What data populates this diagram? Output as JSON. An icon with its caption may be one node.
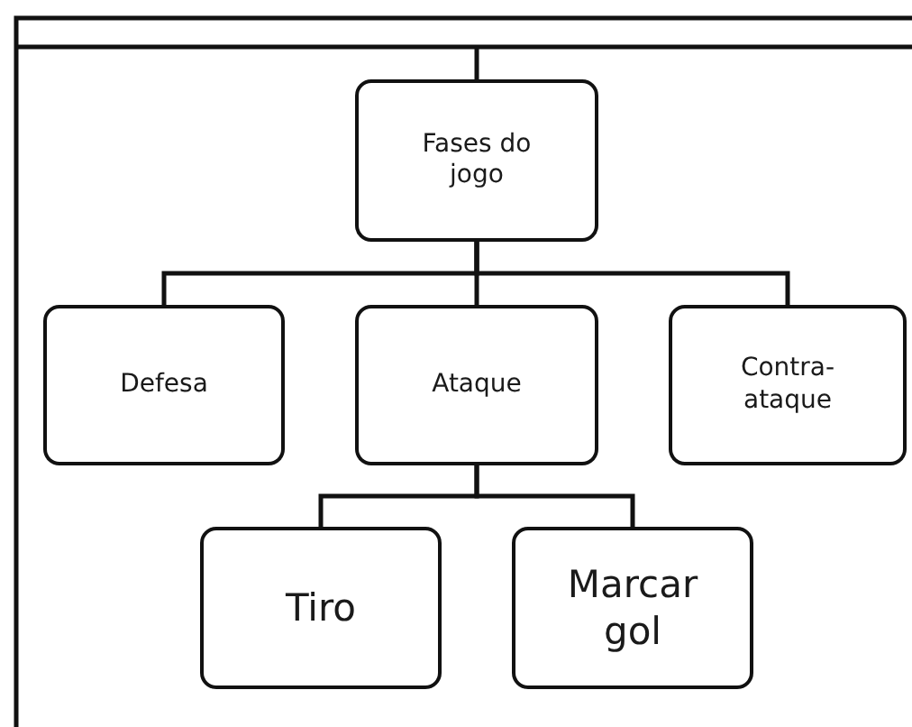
{
  "diagram": {
    "nodes": [
      {
        "text": [
          "Fases do jogo"
        ]
      },
      {
        "text": [
          "Defesa"
        ]
      },
      {
        "text": [
          "Ataque"
        ]
      },
      {
        "text": [
          "Contra-ataque"
        ]
      },
      {
        "text": [
          "Tiro"
        ]
      },
      {
        "text": [
          "Marcar gol"
        ]
      }
    ],
    "edges": [
      {
        "from": null,
        "to": 0,
        "arrow": "none"
      },
      {
        "from": 0,
        "to": 1,
        "arrow": "none"
      },
      {
        "from": 0,
        "to": 2,
        "arrow": "none"
      },
      {
        "from": 0,
        "to": 3,
        "arrow": "none"
      },
      {
        "from": 2,
        "to": 4,
        "arrow": "none"
      },
      {
        "from": 2,
        "to": 5,
        "arrow": "none"
      }
    ]
  }
}
